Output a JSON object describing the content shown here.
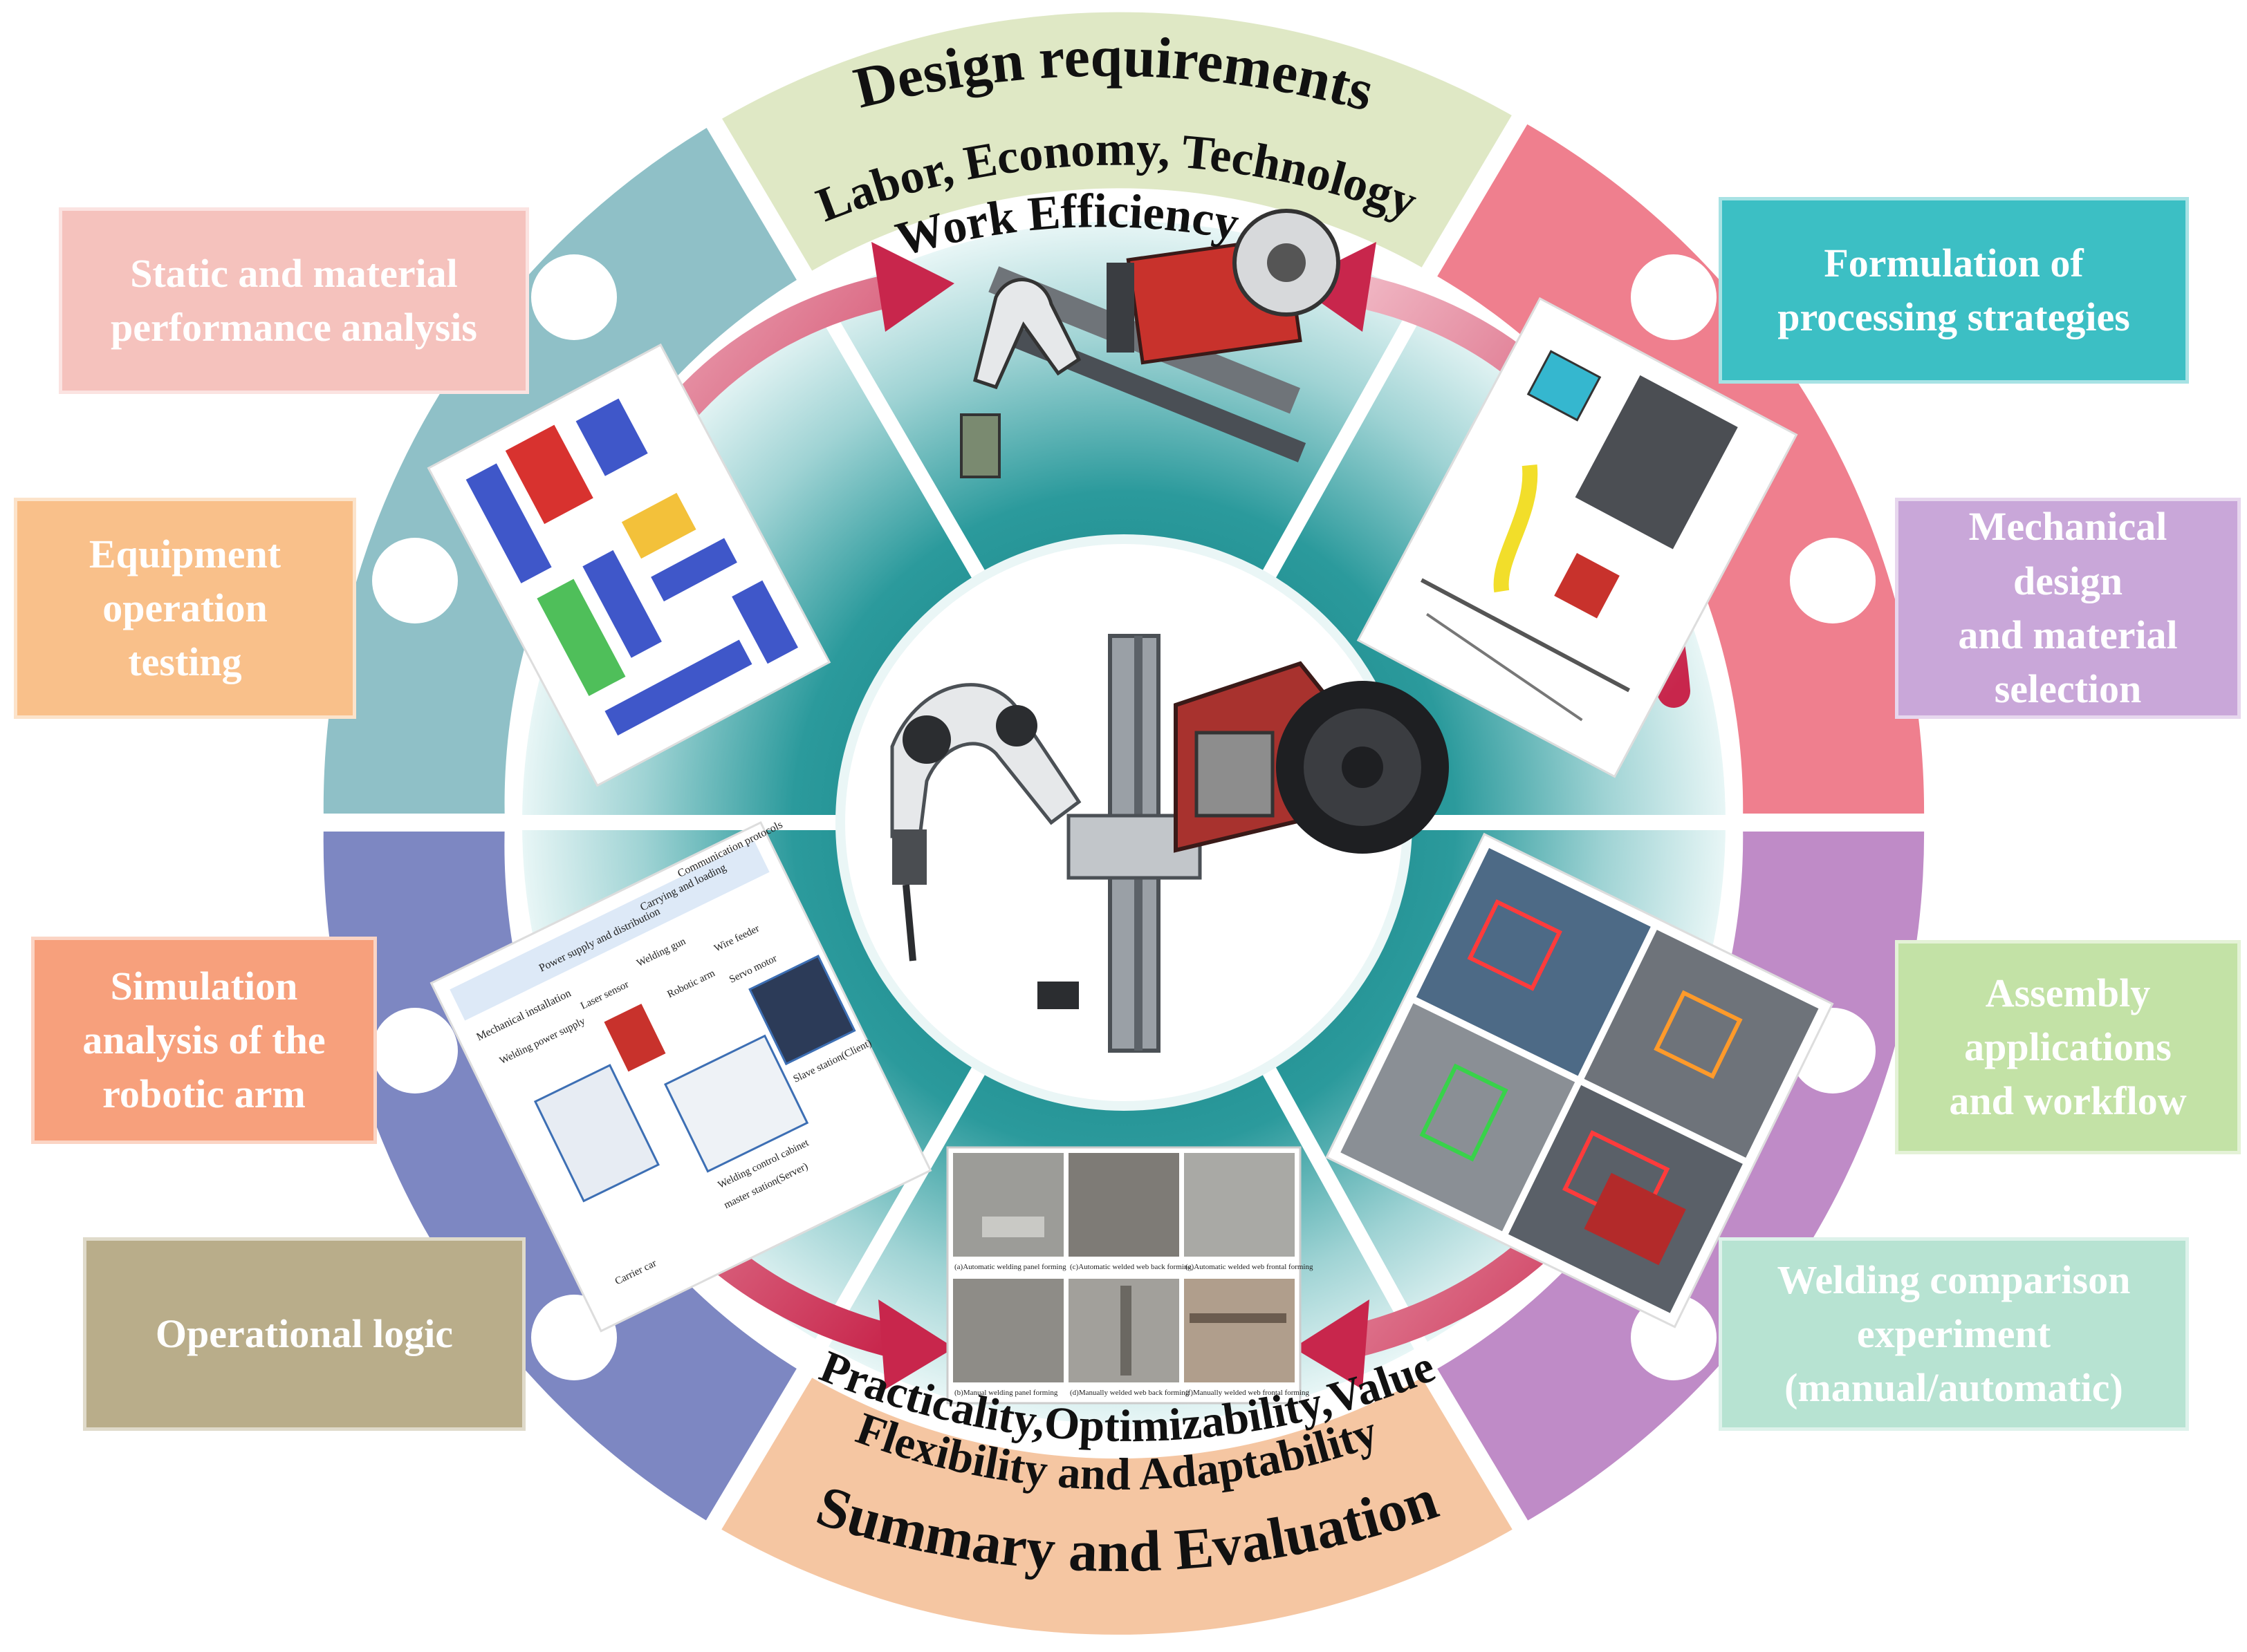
{
  "header": {
    "title": "Design requirements",
    "subtitle_line1": "Labor, Economy, Technology",
    "subtitle_line2": "Work Efficiency"
  },
  "footer": {
    "title": "Summary and Evaluation",
    "subtitle_line1": "Practicality,Optimizability,Value",
    "subtitle_line2": "Flexibility and Adaptability"
  },
  "left_boxes": [
    {
      "label": "Static and material\nperformance analysis",
      "color": "#f5c2bd"
    },
    {
      "label": "Equipment\noperation\ntesting",
      "color": "#f9c08a"
    },
    {
      "label": "Simulation\nanalysis of the\nrobotic arm",
      "color": "#f7a07c"
    },
    {
      "label": "Operational logic",
      "color": "#b9ad8a"
    }
  ],
  "right_boxes": [
    {
      "label": "Formulation of\nprocessing strategies",
      "color": "#3cbfc4"
    },
    {
      "label": "Mechanical\ndesign\nand material\nselection",
      "color": "#c9a7d9"
    },
    {
      "label": "Assembly\napplications\nand workflow",
      "color": "#c3e2a6"
    },
    {
      "label": "Welding comparison\nexperiment\n(manual/automatic)",
      "color": "#b7e3d2"
    }
  ],
  "ring_colors": {
    "top": "#dfe8c5",
    "top_left": "#8fc0c7",
    "top_right": "#ef7f8e",
    "bottom_left": "#7d87c2",
    "bottom_right": "#bf8bc7",
    "bottom": "#f5c6a2",
    "inner": "#1d8a8c",
    "arrow": "#d23a5a"
  },
  "weld_panel": {
    "captions": [
      "(a)Automatic welding panel forming",
      "(c)Automatic welded web back forming",
      "(e)Automatic welded web frontal forming",
      "(b)Manual welding panel forming",
      "(d)Manually welded web back forming",
      "(f)Manually welded web frontal forming"
    ]
  },
  "control_diagram": {
    "labels": [
      "Mechanical installation",
      "Power supply and distribution",
      "Carrying and loading",
      "Communication protocols",
      "Welding power supply",
      "Laser sensor",
      "Welding gun",
      "Robotic arm",
      "Wire feeder",
      "Servo motor",
      "Welding control cabinet",
      "master station(Server)",
      "Carrier car",
      "Slave station(Client)"
    ]
  }
}
